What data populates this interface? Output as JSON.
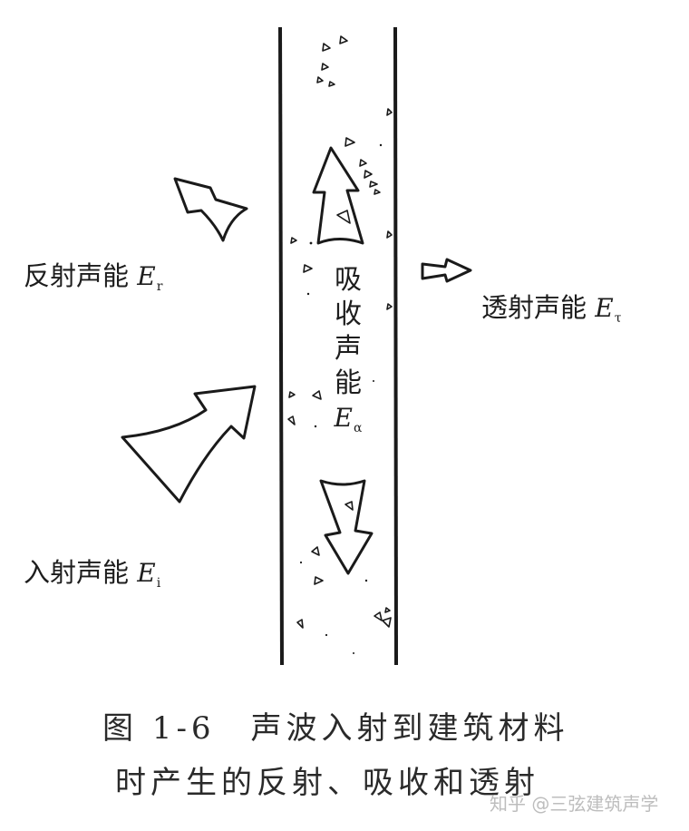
{
  "labels": {
    "reflected": {
      "text": "反射声能",
      "symbol": "E",
      "subscript": "r"
    },
    "transmitted": {
      "text": "透射声能",
      "symbol": "E",
      "subscript": "τ"
    },
    "incident": {
      "text": "入射声能",
      "symbol": "E",
      "subscript": "i"
    },
    "absorbed": {
      "chars": [
        "吸",
        "收",
        "声",
        "能"
      ],
      "symbol": "E",
      "subscript": "α"
    }
  },
  "caption": {
    "line1": "图 1-6　声波入射到建筑材料",
    "line2": "时产生的反射、吸收和透射"
  },
  "watermark": "知乎 @三弦建筑声学",
  "colors": {
    "ink": "#1a1a1a",
    "watermark": "#bdbdbd"
  }
}
